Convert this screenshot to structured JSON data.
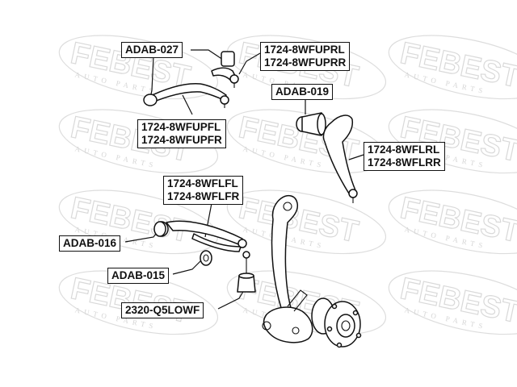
{
  "watermark": {
    "brand": "FEBEST",
    "sub": "AUTO PARTS"
  },
  "labels": {
    "adab_027": "ADAB-027",
    "upper_rear": {
      "line1": "1724-8WFUPRL",
      "line2": "1724-8WFUPRR"
    },
    "upper_front": {
      "line1": "1724-8WFUPFL",
      "line2": "1724-8WFUPFR"
    },
    "adab_019": "ADAB-019",
    "lower_rear": {
      "line1": "1724-8WFLRL",
      "line2": "1724-8WFLRR"
    },
    "lower_front": {
      "line1": "1724-8WFLFL",
      "line2": "1724-8WFLFR"
    },
    "adab_016": "ADAB-016",
    "adab_015": "ADAB-015",
    "ball_joint": "2320-Q5LOWF"
  }
}
